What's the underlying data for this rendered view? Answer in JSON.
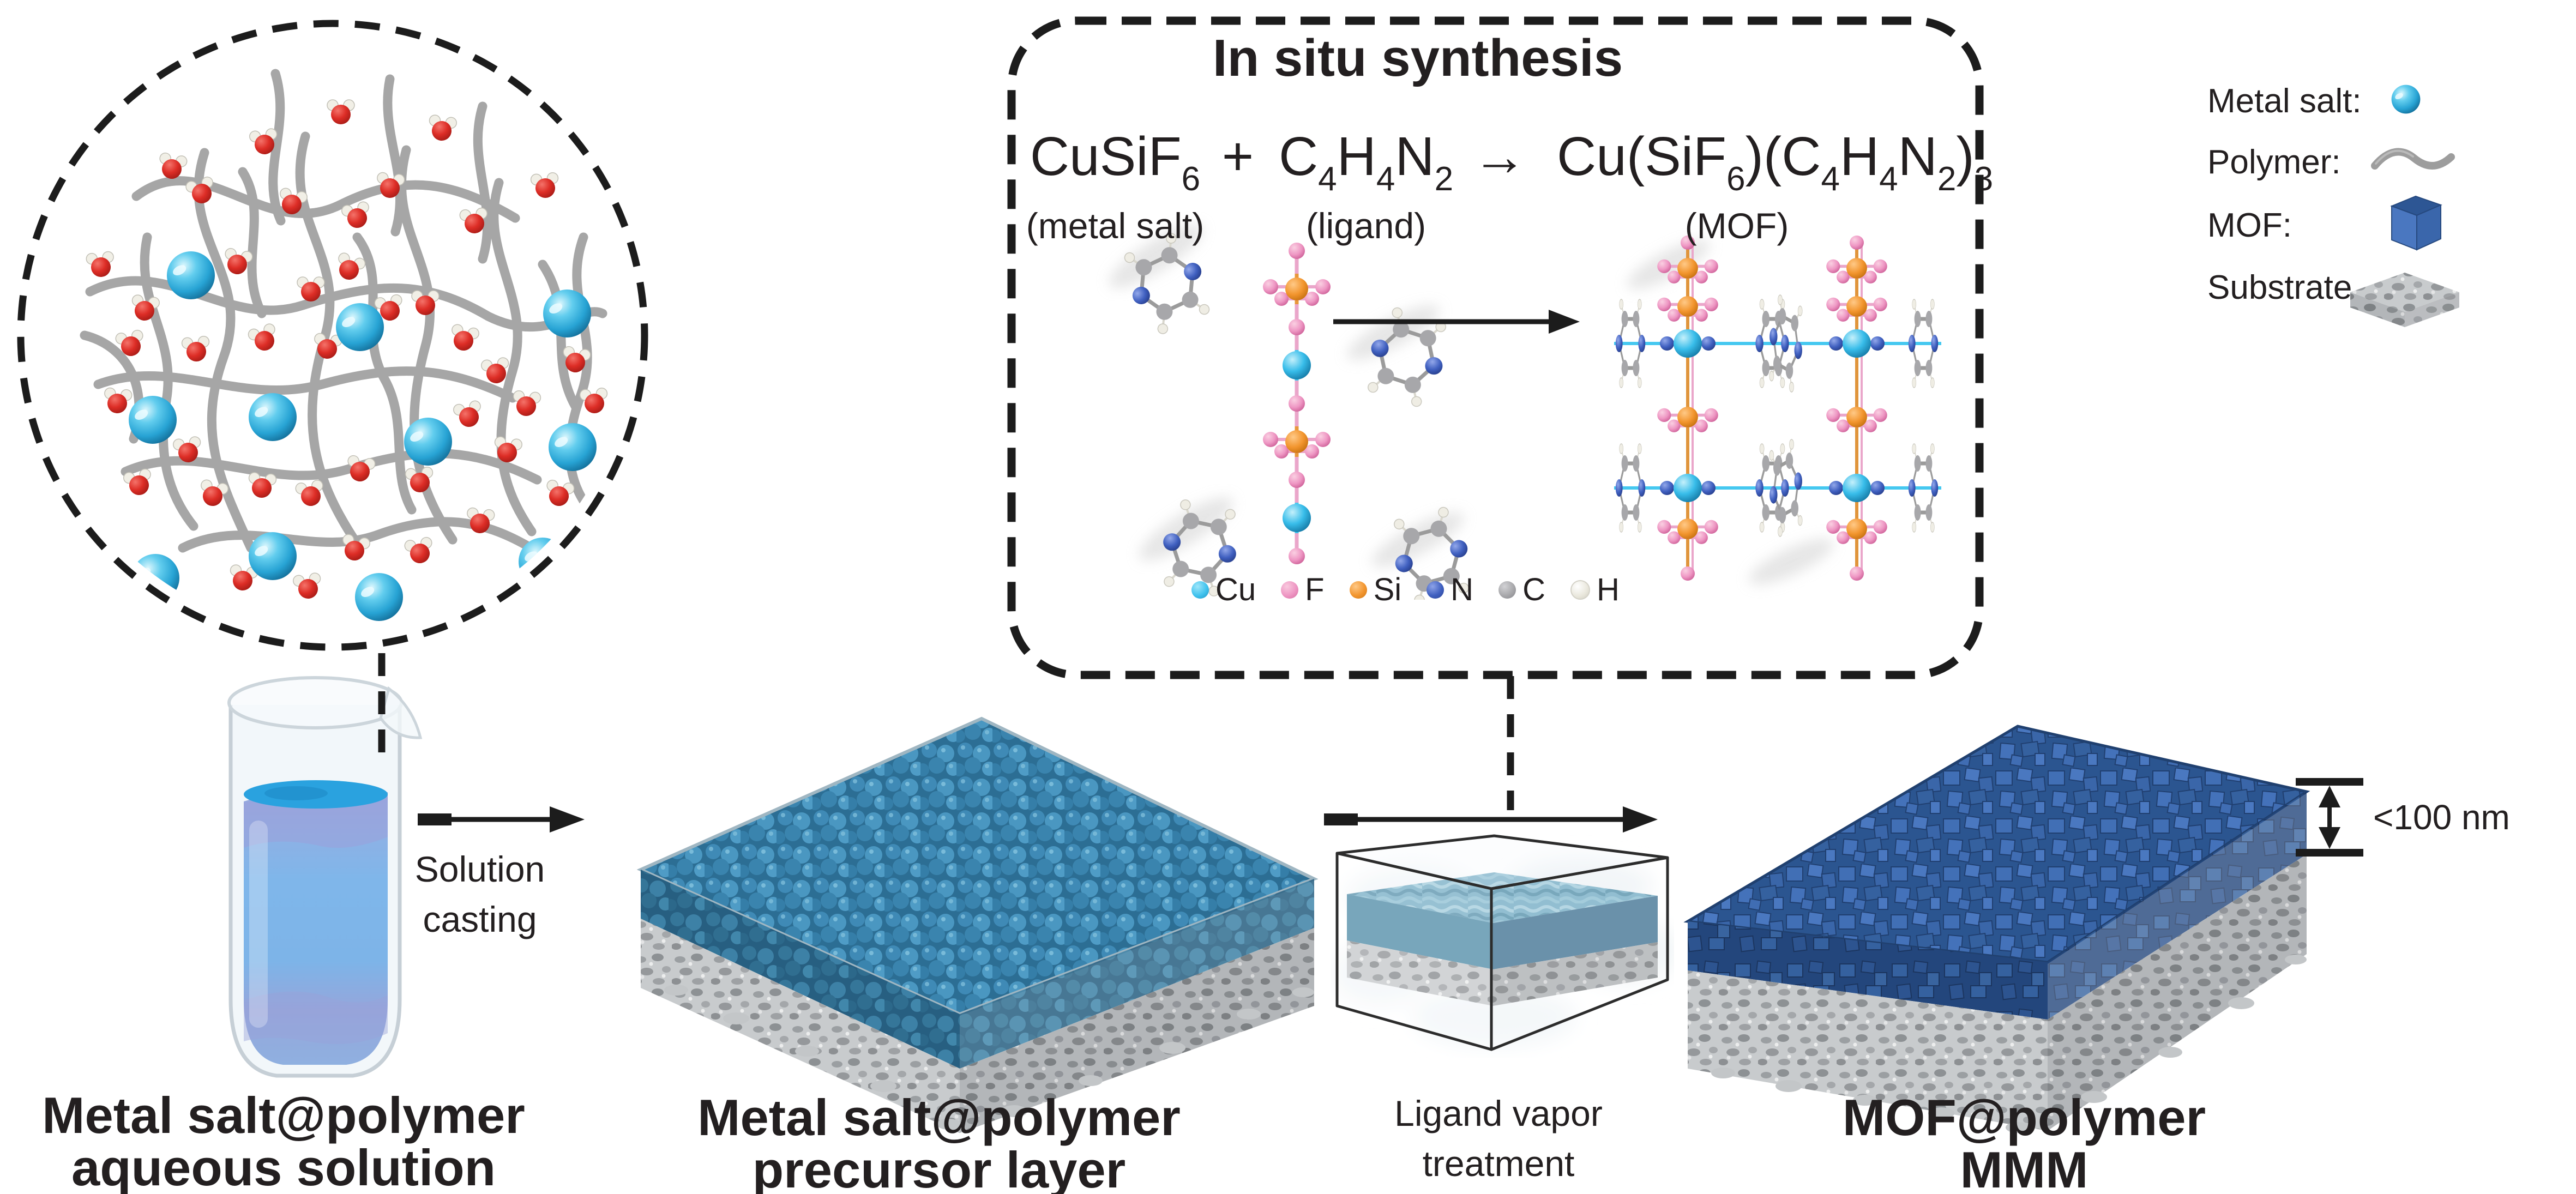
{
  "synthesis_box": {
    "title": "In situ synthesis",
    "equation": {
      "r1_main": "CuSiF",
      "r1_sub": "6",
      "plus": "+",
      "r2_c": "C",
      "r2_c_sub": "4",
      "r2_h": "H",
      "r2_h_sub": "4",
      "r2_n": "N",
      "r2_n_sub": "2",
      "arrow": "→",
      "p1": "Cu(SiF",
      "p1_sub": "6",
      "p2": ")(C",
      "p2_sub": "4",
      "p3": "H",
      "p3_sub": "4",
      "p4": "N",
      "p4_sub": "2",
      "p5": ")",
      "p5_sub": "3"
    },
    "reactant1_label": "(metal salt)",
    "reactant2_label": "(ligand)",
    "product_label": "(MOF)",
    "atom_legend": [
      {
        "symbol": "Cu",
        "color": "#41c3ee"
      },
      {
        "symbol": "F",
        "color": "#ee96c3"
      },
      {
        "symbol": "Si",
        "color": "#f2952e"
      },
      {
        "symbol": "N",
        "color": "#4060c0"
      },
      {
        "symbol": "C",
        "color": "#a8a8ab"
      },
      {
        "symbol": "H",
        "color": "#e9e7dc"
      }
    ]
  },
  "legend": {
    "metal_salt_label": "Metal salt:",
    "polymer_label": "Polymer:",
    "mof_label": "MOF:",
    "substrate_label": "Substrate",
    "metal_salt_color": "#38bdea",
    "polymer_color": "#9d9d9d",
    "mof_color": "#4272b8",
    "substrate_color": "#c3c6c8"
  },
  "steps": {
    "solution_casting": {
      "line1": "Solution",
      "line2": "casting"
    },
    "ligand_vapor": {
      "line1": "Ligand vapor",
      "line2": "treatment"
    }
  },
  "captions": {
    "beaker": {
      "line1": "Metal salt@polymer",
      "line2": "aqueous solution"
    },
    "precursor": {
      "line1": "Metal salt@polymer",
      "line2": "precursor layer"
    },
    "mmm": {
      "line1": "MOF@polymer",
      "line2": "MMM"
    }
  },
  "dimension_label": "<100 nm",
  "colors": {
    "water_red": "#dd2d26",
    "precursor_teal": "#3f8ab6",
    "solution_blue": "#7cb7ea",
    "mof_blue": "#3f6cb0",
    "text": "#231f20"
  }
}
